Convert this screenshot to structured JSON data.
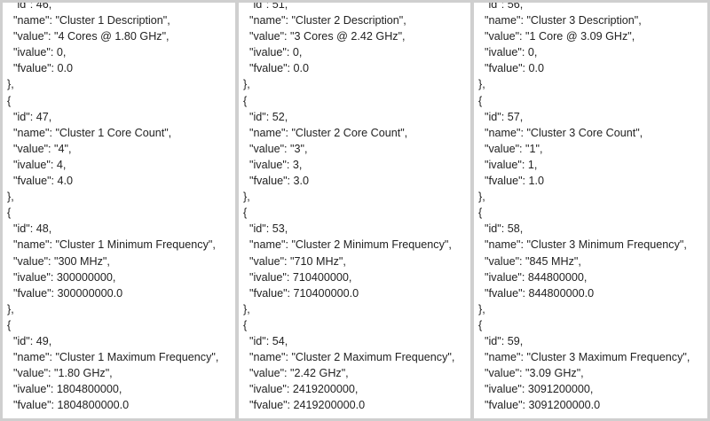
{
  "panels": [
    {
      "lines": [
        "  \"id\": 46,",
        "  \"name\": \"Cluster 1 Description\",",
        "  \"value\": \"4 Cores @ 1.80 GHz\",",
        "  \"ivalue\": 0,",
        "  \"fvalue\": 0.0",
        "},",
        "{",
        "  \"id\": 47,",
        "  \"name\": \"Cluster 1 Core Count\",",
        "  \"value\": \"4\",",
        "  \"ivalue\": 4,",
        "  \"fvalue\": 4.0",
        "},",
        "{",
        "  \"id\": 48,",
        "  \"name\": \"Cluster 1 Minimum Frequency\",",
        "  \"value\": \"300 MHz\",",
        "  \"ivalue\": 300000000,",
        "  \"fvalue\": 300000000.0",
        "},",
        "{",
        "  \"id\": 49,",
        "  \"name\": \"Cluster 1 Maximum Frequency\",",
        "  \"value\": \"1.80 GHz\",",
        "  \"ivalue\": 1804800000,",
        "  \"fvalue\": 1804800000.0"
      ]
    },
    {
      "lines": [
        "  \"id\": 51,",
        "  \"name\": \"Cluster 2 Description\",",
        "  \"value\": \"3 Cores @ 2.42 GHz\",",
        "  \"ivalue\": 0,",
        "  \"fvalue\": 0.0",
        "},",
        "{",
        "  \"id\": 52,",
        "  \"name\": \"Cluster 2 Core Count\",",
        "  \"value\": \"3\",",
        "  \"ivalue\": 3,",
        "  \"fvalue\": 3.0",
        "},",
        "{",
        "  \"id\": 53,",
        "  \"name\": \"Cluster 2 Minimum Frequency\",",
        "  \"value\": \"710 MHz\",",
        "  \"ivalue\": 710400000,",
        "  \"fvalue\": 710400000.0",
        "},",
        "{",
        "  \"id\": 54,",
        "  \"name\": \"Cluster 2 Maximum Frequency\",",
        "  \"value\": \"2.42 GHz\",",
        "  \"ivalue\": 2419200000,",
        "  \"fvalue\": 2419200000.0"
      ]
    },
    {
      "lines": [
        "  \"id\": 56,",
        "  \"name\": \"Cluster 3 Description\",",
        "  \"value\": \"1 Core @ 3.09 GHz\",",
        "  \"ivalue\": 0,",
        "  \"fvalue\": 0.0",
        "},",
        "{",
        "  \"id\": 57,",
        "  \"name\": \"Cluster 3 Core Count\",",
        "  \"value\": \"1\",",
        "  \"ivalue\": 1,",
        "  \"fvalue\": 1.0",
        "},",
        "{",
        "  \"id\": 58,",
        "  \"name\": \"Cluster 3 Minimum Frequency\",",
        "  \"value\": \"845 MHz\",",
        "  \"ivalue\": 844800000,",
        "  \"fvalue\": 844800000.0",
        "},",
        "{",
        "  \"id\": 59,",
        "  \"name\": \"Cluster 3 Maximum Frequency\",",
        "  \"value\": \"3.09 GHz\",",
        "  \"ivalue\": 3091200000,",
        "  \"fvalue\": 3091200000.0"
      ]
    }
  ]
}
